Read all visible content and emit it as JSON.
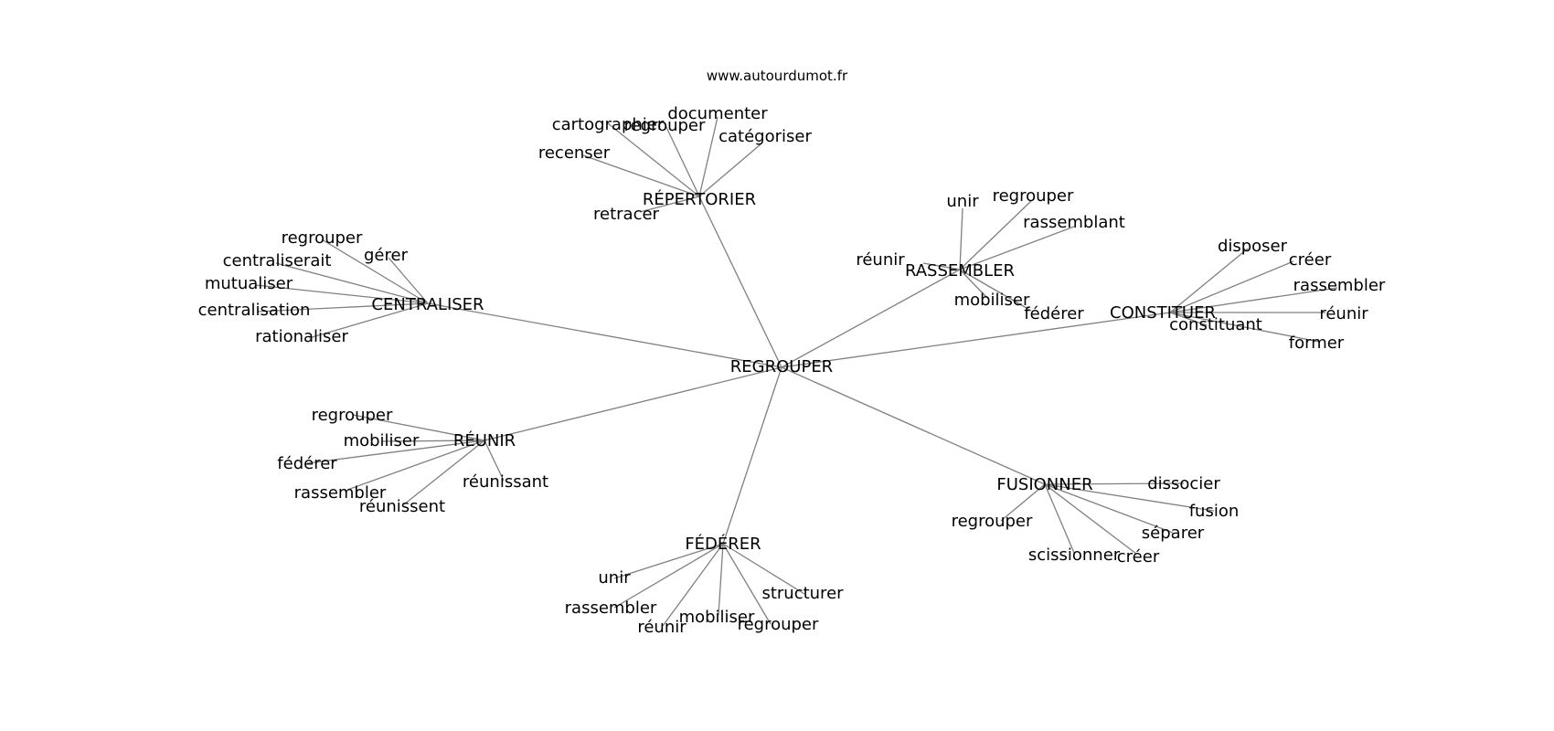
{
  "source": "www.autourdumot.fr",
  "graph": {
    "center": "REGROUPER",
    "hubs": [
      {
        "label": "RÉPERTORIER",
        "leaves": [
          "cartographier",
          "regrouper",
          "documenter",
          "catégoriser",
          "recenser",
          "retracer"
        ]
      },
      {
        "label": "RASSEMBLER",
        "leaves": [
          "unir",
          "regrouper",
          "rassemblant",
          "réunir",
          "mobiliser",
          "fédérer"
        ]
      },
      {
        "label": "CONSTITUER",
        "leaves": [
          "disposer",
          "créer",
          "rassembler",
          "réunir",
          "constituant",
          "former"
        ]
      },
      {
        "label": "CENTRALISER",
        "leaves": [
          "regrouper",
          "centraliserait",
          "gérer",
          "mutualiser",
          "centralisation",
          "rationaliser"
        ]
      },
      {
        "label": "RÉUNIR",
        "leaves": [
          "regrouper",
          "mobiliser",
          "fédérer",
          "rassembler",
          "réunissent",
          "réunissant"
        ]
      },
      {
        "label": "FUSIONNER",
        "leaves": [
          "dissocier",
          "fusion",
          "regrouper",
          "séparer",
          "scissionner",
          "créer"
        ]
      },
      {
        "label": "FÉDÉRER",
        "leaves": [
          "unir",
          "rassembler",
          "réunir",
          "mobiliser",
          "regrouper",
          "structurer"
        ]
      }
    ]
  }
}
